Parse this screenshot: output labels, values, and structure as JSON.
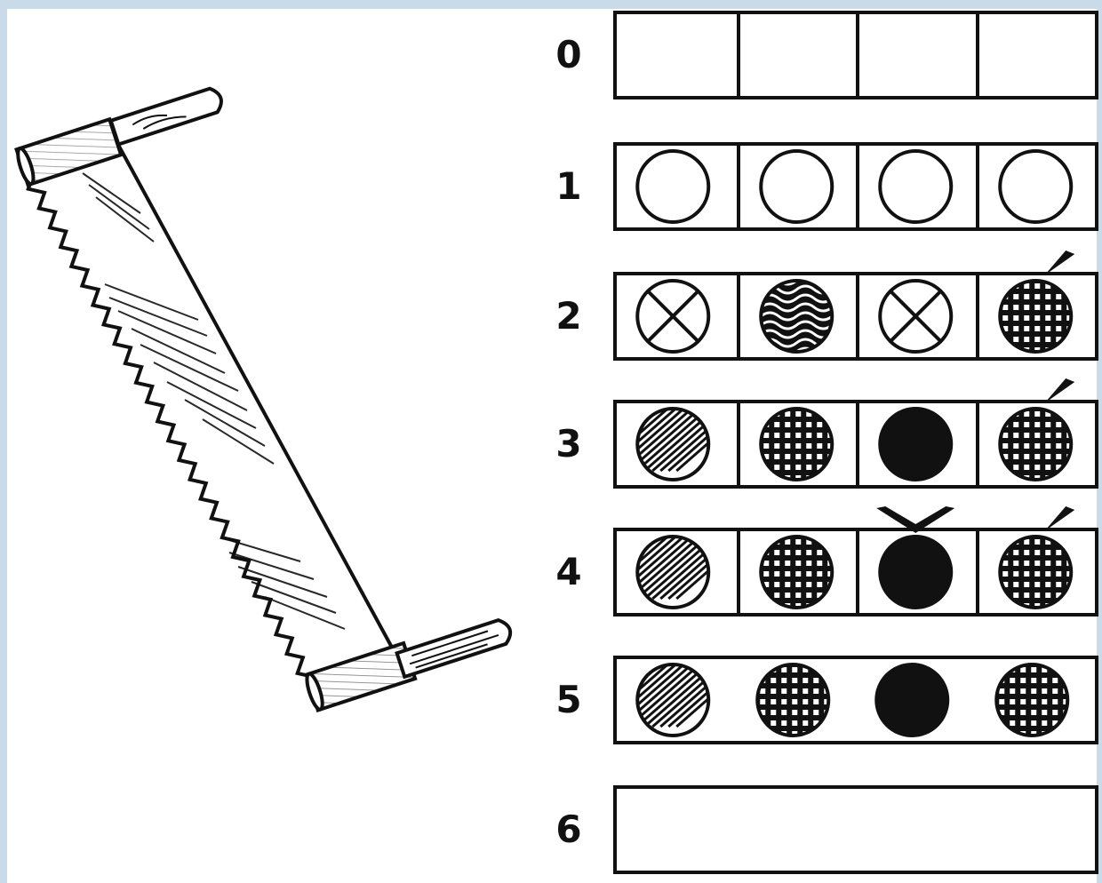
{
  "rows": [
    {
      "label": "0",
      "cells": [
        "empty",
        "empty",
        "empty",
        "empty"
      ],
      "dividers": true
    },
    {
      "label": "1",
      "cells": [
        "ring",
        "ring",
        "ring",
        "ring"
      ],
      "dividers": true
    },
    {
      "label": "2",
      "cells": [
        "cross",
        "scribble",
        "cross",
        "checker"
      ],
      "dividers": true,
      "marks": [
        null,
        null,
        null,
        "tick"
      ]
    },
    {
      "label": "3",
      "cells": [
        "hatched",
        "checker",
        "solid",
        "checker"
      ],
      "dividers": true,
      "marks": [
        null,
        null,
        null,
        "tick"
      ]
    },
    {
      "label": "4",
      "cells": [
        "hatched",
        "checker",
        "solid",
        "checker"
      ],
      "dividers": true,
      "marks": [
        null,
        null,
        "vee",
        "tick"
      ]
    },
    {
      "label": "5",
      "cells": [
        "hatched",
        "checker",
        "solid",
        "checker"
      ],
      "dividers": false
    },
    {
      "label": "6",
      "cells": [],
      "dividers": false
    }
  ],
  "colors": {
    "ink": "#111111",
    "paper": "#ffffff",
    "border": "#c9dbe8"
  },
  "icons": {
    "saw": "two-man-crosscut-saw-icon"
  }
}
